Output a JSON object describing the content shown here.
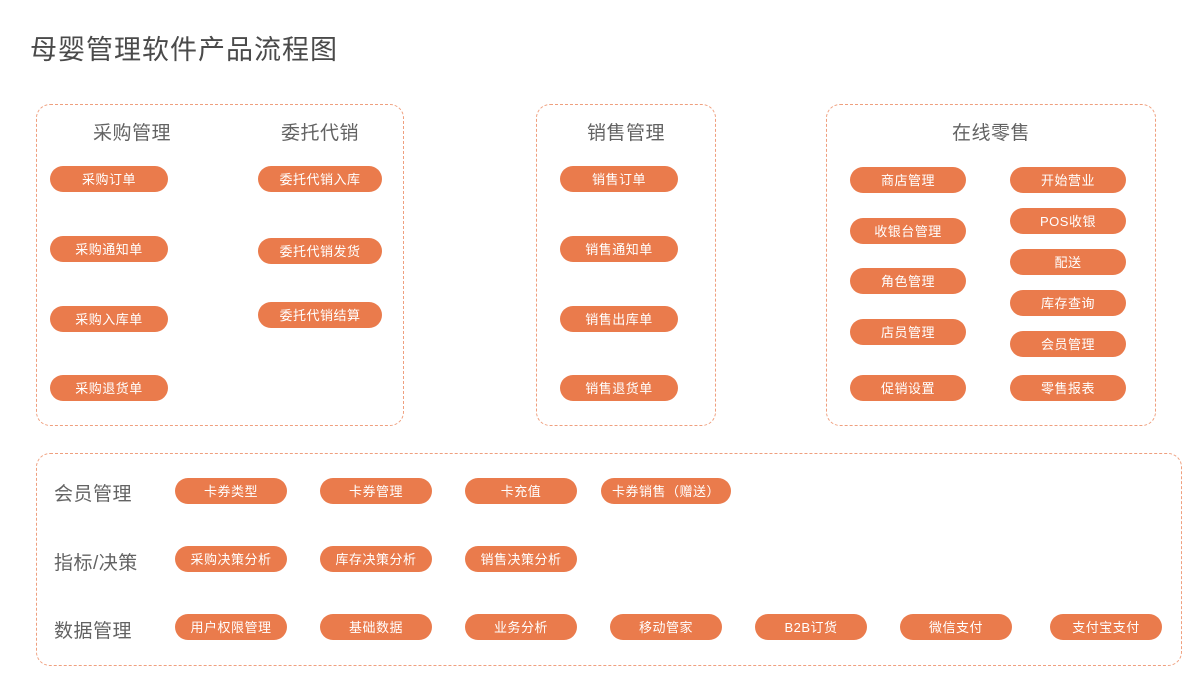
{
  "title": "母婴管理软件产品流程图",
  "theme": {
    "pill_color": "#ea7b4c",
    "pill_text_color": "#ffffff",
    "panel_border_color": "#ef9f7e",
    "heading_color": "#636363",
    "title_color": "#4a4a4a",
    "background": "#ffffff"
  },
  "panels": [
    {
      "id": "procurement",
      "columns": [
        {
          "heading": "采购管理",
          "items": [
            "采购订单",
            "采购通知单",
            "采购入库单",
            "采购退货单"
          ]
        },
        {
          "heading": "委托代销",
          "items": [
            "委托代销入库",
            "委托代销发货",
            "委托代销结算"
          ]
        }
      ]
    },
    {
      "id": "sales",
      "columns": [
        {
          "heading": "销售管理",
          "items": [
            "销售订单",
            "销售通知单",
            "销售出库单",
            "销售退货单"
          ]
        }
      ]
    },
    {
      "id": "retail",
      "heading": "在线零售",
      "columns": [
        {
          "heading": "",
          "items": [
            "商店管理",
            "收银台管理",
            "角色管理",
            "店员管理",
            "促销设置"
          ]
        },
        {
          "heading": "",
          "items": [
            "开始营业",
            "POS收银",
            "配送",
            "库存查询",
            "会员管理",
            "零售报表"
          ]
        }
      ]
    }
  ],
  "platform": {
    "rows": [
      {
        "label": "会员管理",
        "items": [
          "卡券类型",
          "卡券管理",
          "卡充值",
          "卡券销售（赠送）"
        ]
      },
      {
        "label": "指标/决策",
        "items": [
          "采购决策分析",
          "库存决策分析",
          "销售决策分析"
        ]
      },
      {
        "label": "数据管理",
        "items": [
          "用户权限管理",
          "基础数据",
          "业务分析",
          "移动管家",
          "B2B订货",
          "微信支付",
          "支付宝支付"
        ]
      }
    ]
  }
}
